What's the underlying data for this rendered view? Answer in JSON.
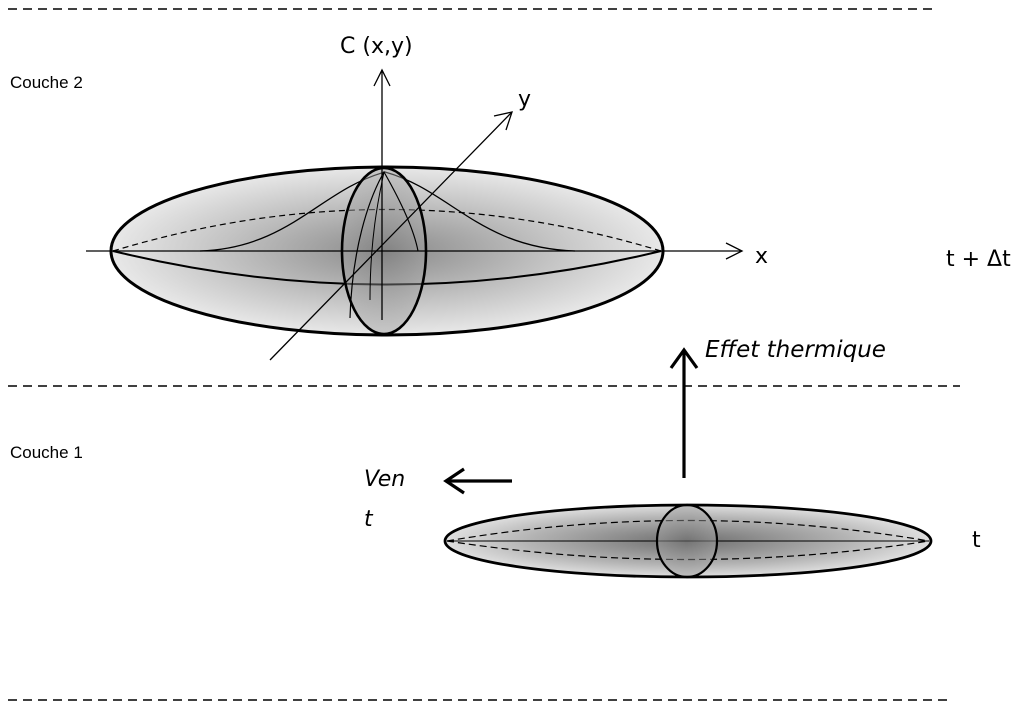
{
  "layers": {
    "upper": "Couche 2",
    "lower": "Couche 1"
  },
  "axes": {
    "vertical": "C (x,y)",
    "depth": "y",
    "horizontal": "x"
  },
  "time": {
    "later": "t + Δt",
    "now": "t"
  },
  "labels": {
    "thermal_effect": "Effet thermique",
    "wind_line1": "Ven",
    "wind_line2": "t"
  },
  "colors": {
    "ink": "#000000",
    "shade_light": "#f2f2f2",
    "shade_dark": "#7a7a7a"
  }
}
